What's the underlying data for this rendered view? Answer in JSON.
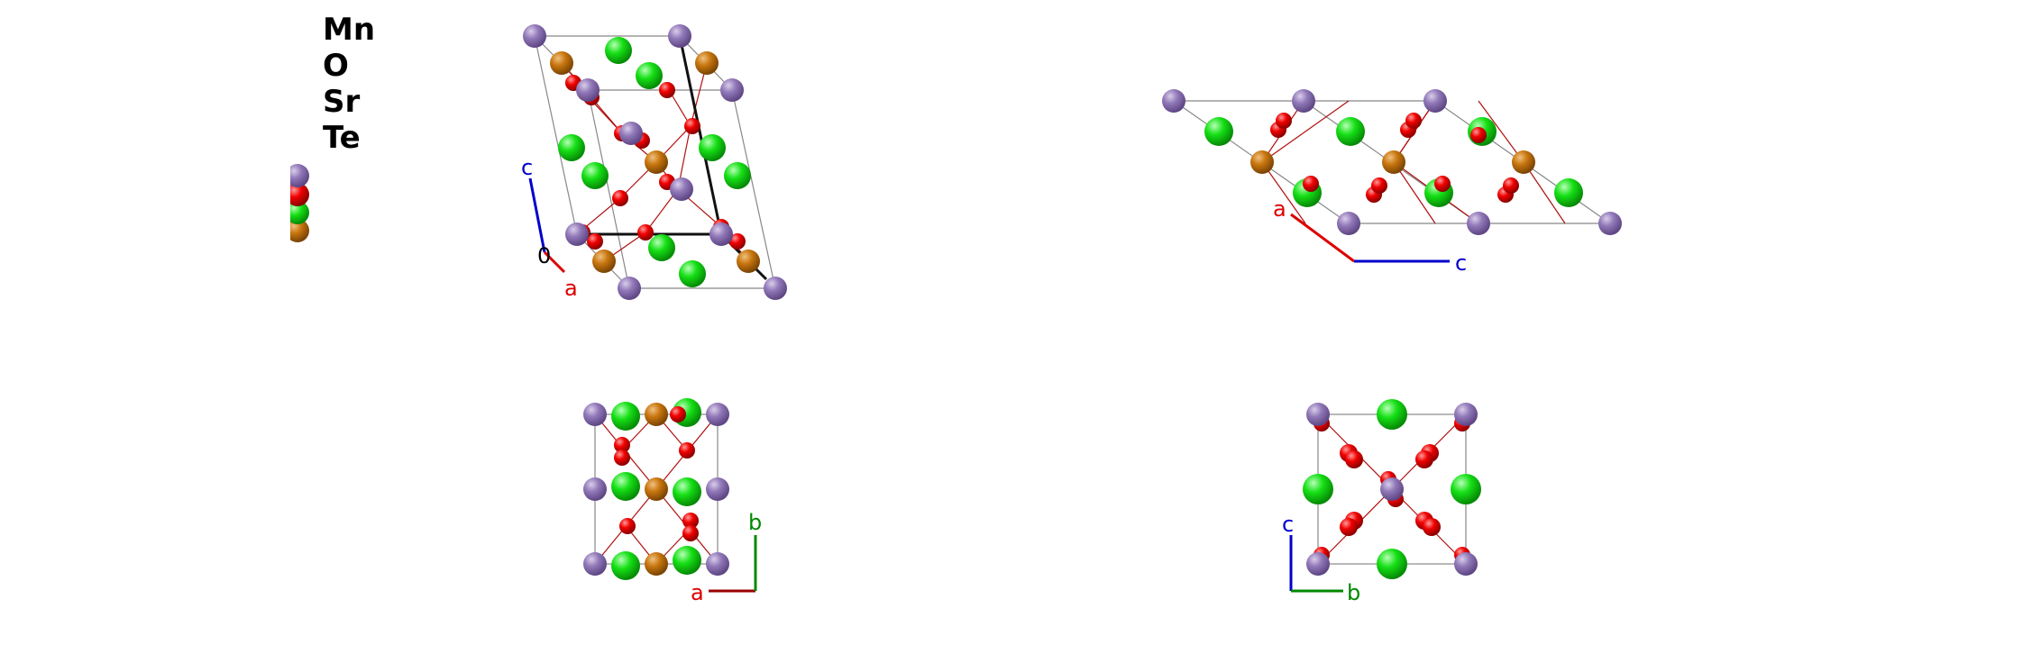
{
  "legend": {
    "elements": [
      {
        "symbol": "Mn",
        "color": "#8a6fb2"
      },
      {
        "symbol": "O",
        "color": "#ee0000"
      },
      {
        "symbol": "Sr",
        "color": "#11dd11"
      },
      {
        "symbol": "Te",
        "color": "#c8760e"
      }
    ]
  },
  "colors": {
    "cell_edge": "#888888",
    "bond": "#b01010",
    "axis_a": "#dd0000",
    "axis_b": "#008800",
    "axis_c": "#0000cc",
    "axis_dark_red": "#990000",
    "axis_bold": "#111111"
  },
  "views": {
    "view1": {
      "axes": {
        "a": "a",
        "c": "c",
        "origin": "0"
      }
    },
    "view2": {
      "axes": {
        "a": "a",
        "c": "c"
      }
    },
    "view3": {
      "axes": {
        "a": "a",
        "b": "b"
      }
    },
    "view4": {
      "axes": {
        "b": "b",
        "c": "c"
      }
    }
  }
}
